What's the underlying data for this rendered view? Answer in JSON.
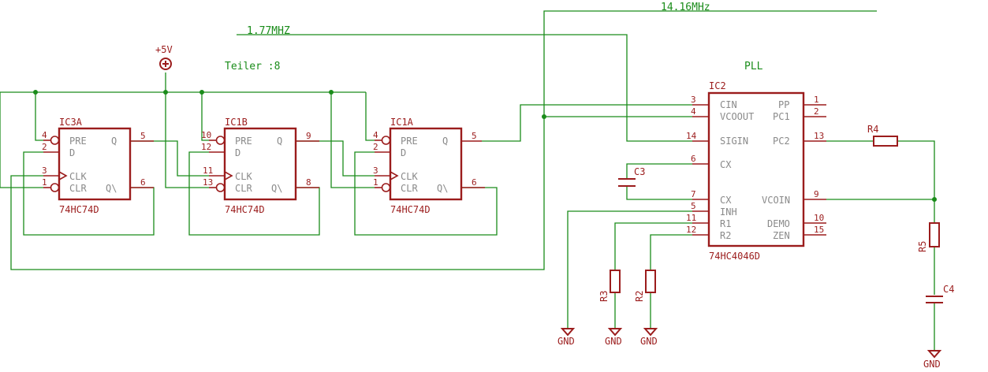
{
  "nets": {
    "f_high": "14.16MHz",
    "f_low": "1.77MHZ",
    "divider": "Teiler :8",
    "pll": "PLL",
    "supply": "+5V",
    "gnd": "GND"
  },
  "flipflops": [
    {
      "name": "IC3A",
      "value": "74HC74D",
      "pin_labels": [
        "PRE",
        "D",
        "CLK",
        "CLR",
        "Q",
        "Q\\"
      ],
      "pins": {
        "pre": "4",
        "d": "2",
        "clk": "3",
        "clr": "1",
        "q": "5",
        "qn": "6"
      }
    },
    {
      "name": "IC1B",
      "value": "74HC74D",
      "pin_labels": [
        "PRE",
        "D",
        "CLK",
        "CLR",
        "Q",
        "Q\\"
      ],
      "pins": {
        "pre": "10",
        "d": "12",
        "clk": "11",
        "clr": "13",
        "q": "9",
        "qn": "8"
      }
    },
    {
      "name": "IC1A",
      "value": "74HC74D",
      "pin_labels": [
        "PRE",
        "D",
        "CLK",
        "CLR",
        "Q",
        "Q\\"
      ],
      "pins": {
        "pre": "4",
        "d": "2",
        "clk": "3",
        "clr": "1",
        "q": "5",
        "qn": "6"
      }
    }
  ],
  "pll_ic": {
    "name": "IC2",
    "value": "74HC4046D",
    "left_pins": [
      {
        "label": "CIN",
        "num": "3"
      },
      {
        "label": "VCOOUT",
        "num": "4"
      },
      {
        "label": "SIGIN",
        "num": "14"
      },
      {
        "label": "CX",
        "num": "6"
      },
      {
        "label": "CX",
        "num": "7"
      },
      {
        "label": "INH",
        "num": "5"
      },
      {
        "label": "R1",
        "num": "11"
      },
      {
        "label": "R2",
        "num": "12"
      }
    ],
    "right_pins": [
      {
        "label": "PP",
        "num": "1"
      },
      {
        "label": "PC1",
        "num": "2"
      },
      {
        "label": "PC2",
        "num": "13"
      },
      {
        "label": "VCOIN",
        "num": "9"
      },
      {
        "label": "DEMO",
        "num": "10"
      },
      {
        "label": "ZEN",
        "num": "15"
      }
    ]
  },
  "passives": {
    "c3": "C3",
    "c4": "C4",
    "r2": "R2",
    "r3": "R3",
    "r4": "R4",
    "r5": "R5"
  }
}
